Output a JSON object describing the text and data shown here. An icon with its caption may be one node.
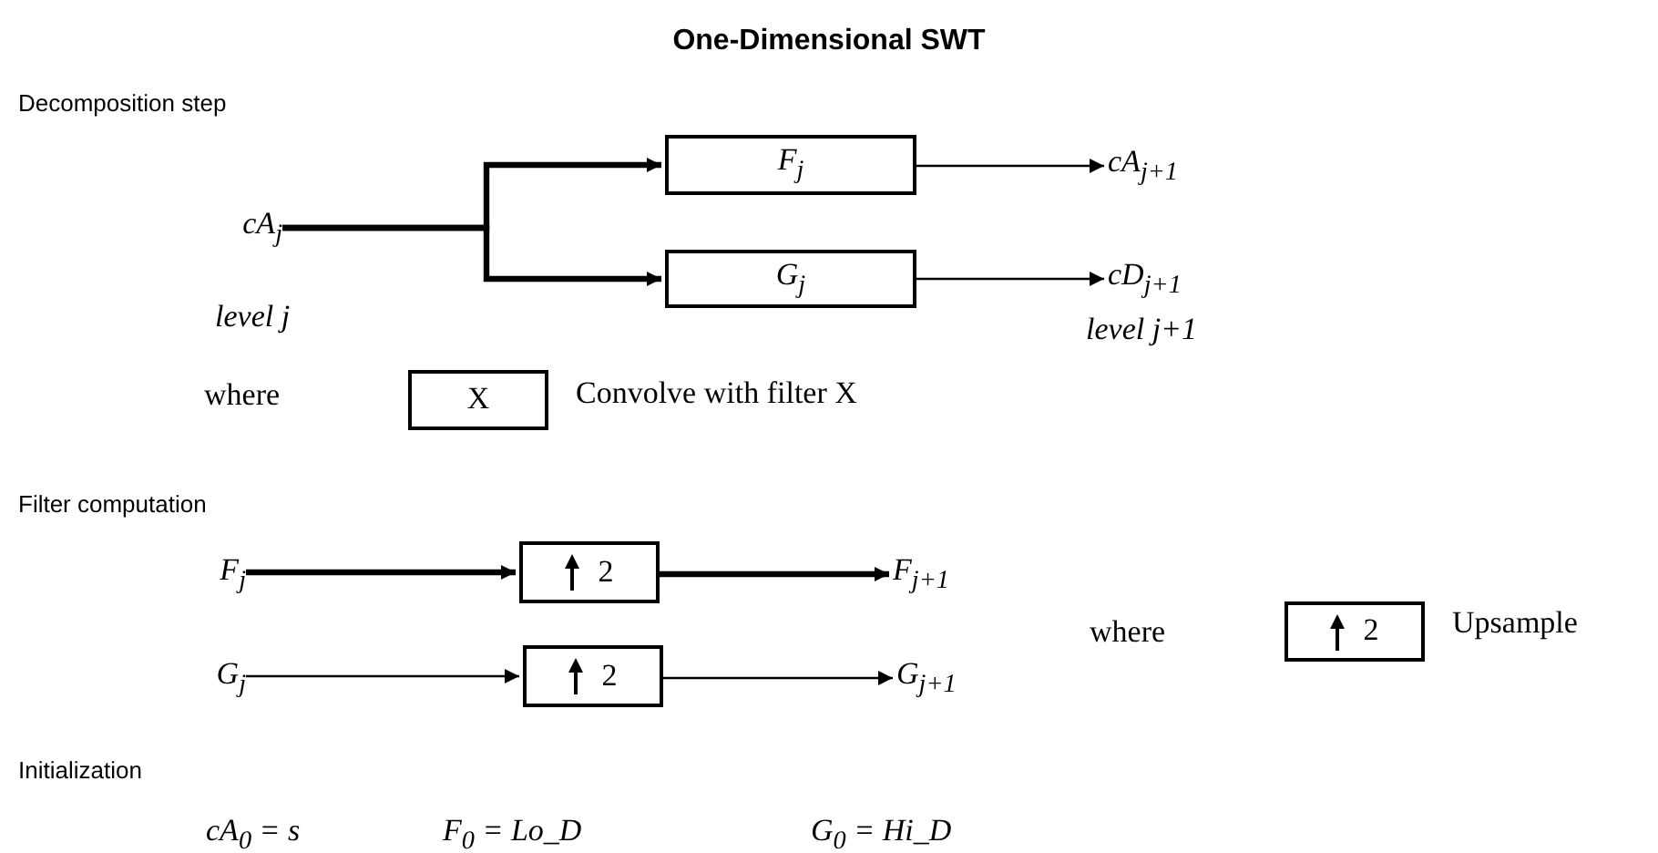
{
  "diagram": {
    "title": "One-Dimensional SWT",
    "nodes": [
      {
        "text": [
          "cA$_{j}$"
        ],
        "beside": [
          "level j"
        ]
      },
      {
        "text": [
          "F$_{j}$"
        ]
      },
      {
        "text": [
          "G$_{j}$"
        ]
      },
      {
        "text": [
          "cA$_{j+1}$"
        ]
      },
      {
        "text": [
          "cD$_{j+1}$"
        ],
        "beside": [
          "level j+1"
        ]
      },
      {
        "text": [
          "X"
        ],
        "beside": [
          "Convolve with filter X"
        ]
      },
      {
        "text": [
          "F$_{j}$"
        ]
      },
      {
        "text": [
          "2"
        ]
      },
      {
        "text": [
          "F$_{j+1}$"
        ]
      },
      {
        "text": [
          "G$_{j}$"
        ]
      },
      {
        "text": [
          "2"
        ]
      },
      {
        "text": [
          "G$_{j+1}$"
        ]
      },
      {
        "text": [
          "2"
        ],
        "beside": [
          "Upsample"
        ]
      }
    ],
    "edges": [
      {
        "from": 0,
        "to": 1,
        "arrow": "to",
        "style": "thick"
      },
      {
        "from": 0,
        "to": 2,
        "arrow": "to",
        "style": "thick"
      },
      {
        "from": 1,
        "to": 3,
        "arrow": "to"
      },
      {
        "from": 2,
        "to": 4,
        "arrow": "to"
      },
      {
        "from": 6,
        "to": 7,
        "arrow": "to",
        "style": "thick"
      },
      {
        "from": 7,
        "to": 8,
        "arrow": "to",
        "style": "thick"
      },
      {
        "from": 9,
        "to": 10,
        "arrow": "to"
      },
      {
        "from": 10,
        "to": 11,
        "arrow": "to"
      }
    ],
    "labels": [
      "Decomposition step",
      "where",
      "Filter computation",
      "where",
      "Initialization",
      "cA$_{0}$ = s",
      "F$_{0}$ = Lo_D",
      "G$_{0}$ = Hi_D"
    ]
  }
}
